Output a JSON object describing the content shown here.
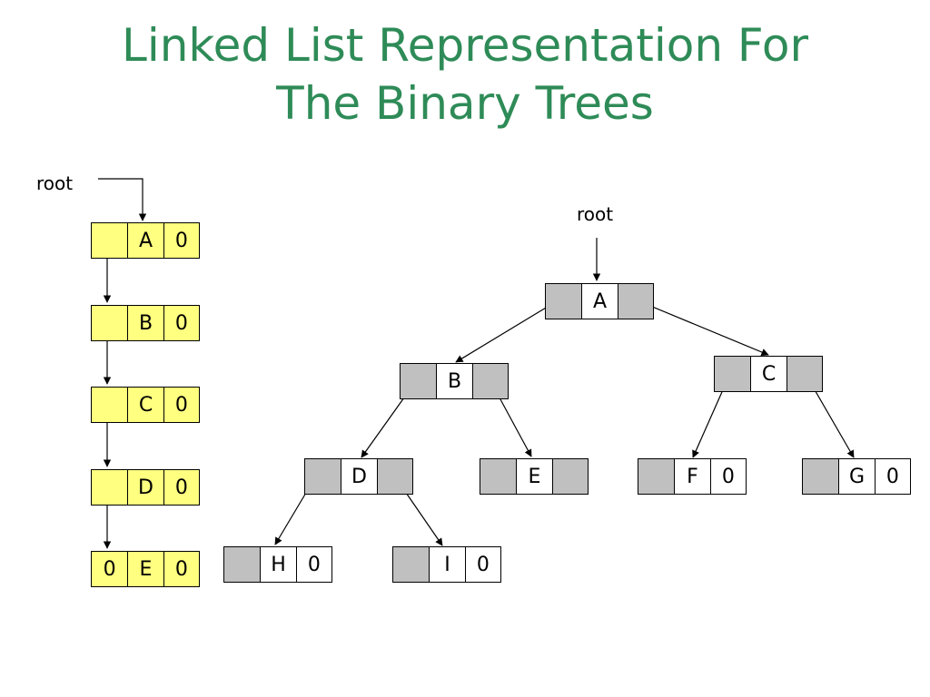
{
  "title": {
    "line1": "Linked List Representation For",
    "line2": "The Binary Trees"
  },
  "list": {
    "root_label": "root",
    "nodes": [
      {
        "left": "",
        "data": "A",
        "right": "0"
      },
      {
        "left": "",
        "data": "B",
        "right": "0"
      },
      {
        "left": "",
        "data": "C",
        "right": "0"
      },
      {
        "left": "",
        "data": "D",
        "right": "0"
      },
      {
        "left": "0",
        "data": "E",
        "right": "0"
      }
    ]
  },
  "tree": {
    "root_label": "root",
    "nodes": {
      "A": {
        "left": "",
        "data": "A",
        "right": ""
      },
      "B": {
        "left": "",
        "data": "B",
        "right": ""
      },
      "C": {
        "left": "",
        "data": "C",
        "right": ""
      },
      "D": {
        "left": "",
        "data": "D",
        "right": ""
      },
      "E": {
        "left": "",
        "data": "E",
        "right": ""
      },
      "F": {
        "left": "",
        "data": "F",
        "right": "0"
      },
      "G": {
        "left": "",
        "data": "G",
        "right": "0"
      },
      "H": {
        "left": "",
        "data": "H",
        "right": "0"
      },
      "I": {
        "left": "",
        "data": "I",
        "right": "0"
      }
    }
  },
  "colors": {
    "title": "#2e8b57",
    "list_node_fill": "#ffff80",
    "tree_node_fill": "#c0c0c0"
  }
}
